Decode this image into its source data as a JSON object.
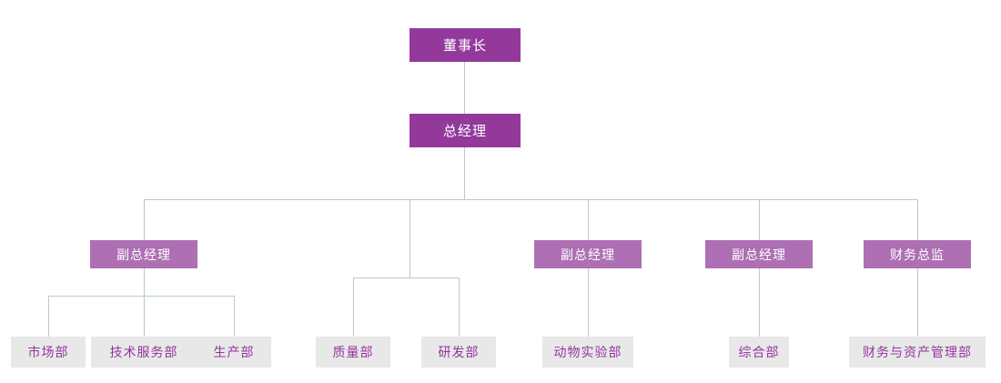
{
  "chart": {
    "type": "org-chart",
    "title": "",
    "colors": {
      "level1_box": "#93399c",
      "level2_box": "#ae6fb4",
      "leaf_box": "#e8e8e8",
      "leaf_text": "#92379b",
      "level_text": "#ffffff",
      "connector": "#b8c8d4",
      "background": "#ffffff"
    },
    "levels": [
      {
        "level": 1,
        "nodes": [
          {
            "id": "chairman",
            "label": "董事长"
          }
        ]
      },
      {
        "level": 2,
        "nodes": [
          {
            "id": "general-manager",
            "label": "总经理"
          }
        ]
      },
      {
        "level": 3,
        "nodes": [
          {
            "id": "deputy-gm-1",
            "label": "副总经理"
          },
          {
            "id": "deputy-gm-2",
            "label": "副总经理"
          },
          {
            "id": "deputy-gm-3",
            "label": "副总经理"
          },
          {
            "id": "finance-director",
            "label": "财务总监"
          }
        ]
      },
      {
        "level": 4,
        "nodes": [
          {
            "id": "marketing-dept",
            "label": "市场部"
          },
          {
            "id": "tech-service-dept",
            "label": "技术服务部"
          },
          {
            "id": "production-dept",
            "label": "生产部"
          },
          {
            "id": "quality-dept",
            "label": "质量部"
          },
          {
            "id": "rnd-dept",
            "label": "研发部"
          },
          {
            "id": "animal-lab-dept",
            "label": "动物实验部"
          },
          {
            "id": "general-affairs-dept",
            "label": "综合部"
          },
          {
            "id": "finance-asset-dept",
            "label": "财务与资产管理部"
          }
        ]
      }
    ],
    "nodes": {
      "chairman": "董事长",
      "general_manager": "总经理",
      "deputy_gm_1": "副总经理",
      "deputy_gm_2": "副总经理",
      "deputy_gm_3": "副总经理",
      "finance_director": "财务总监",
      "marketing_dept": "市场部",
      "tech_service_dept": "技术服务部",
      "production_dept": "生产部",
      "quality_dept": "质量部",
      "rnd_dept": "研发部",
      "animal_lab_dept": "动物实验部",
      "general_affairs_dept": "综合部",
      "finance_asset_dept": "财务与资产管理部"
    }
  }
}
